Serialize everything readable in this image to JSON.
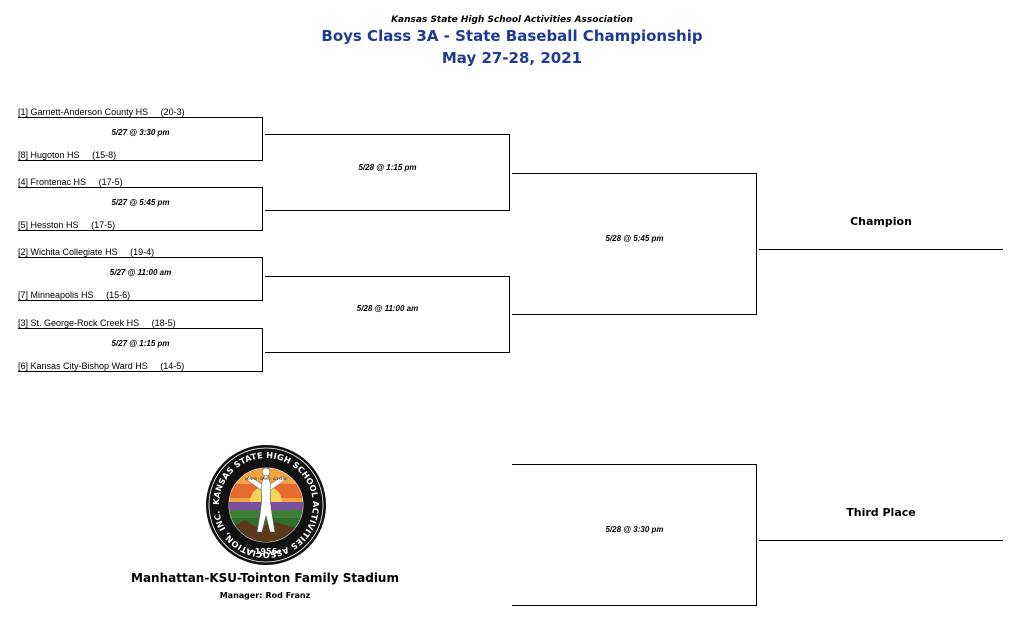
{
  "header": {
    "organization": "Kansas State High School Activities Association",
    "title": "Boys Class 3A - State Baseball Championship",
    "dates": "May 27-28, 2021"
  },
  "round1": [
    {
      "seed": "[1]",
      "team": "Garnett-Anderson County HS",
      "record": "(20-3)"
    },
    {
      "seed": "[8]",
      "team": "Hugoton HS",
      "record": "(15-8)"
    },
    {
      "seed": "[4]",
      "team": "Frontenac HS",
      "record": "(17-5)"
    },
    {
      "seed": "[5]",
      "team": "Hesston HS",
      "record": "(17-5)"
    },
    {
      "seed": "[2]",
      "team": "Wichita Collegiate HS",
      "record": "(19-4)"
    },
    {
      "seed": "[7]",
      "team": "Minneapolis HS",
      "record": "(15-6)"
    },
    {
      "seed": "[3]",
      "team": "St. George-Rock Creek HS",
      "record": "(18-5)"
    },
    {
      "seed": "[6]",
      "team": "Kansas City-Bishop Ward HS",
      "record": "(14-5)"
    }
  ],
  "games": {
    "r1": [
      "5/27 @ 3:30 pm",
      "5/27 @ 5:45 pm",
      "5/27 @ 11:00 am",
      "5/27 @ 1:15 pm"
    ],
    "semis": [
      "5/28 @ 1:15 pm",
      "5/28 @ 11:00 am"
    ],
    "final": "5/28 @ 5:45 pm",
    "third": "5/28 @ 3:30 pm"
  },
  "places": {
    "champion": "Champion",
    "third": "Third Place"
  },
  "logo": {
    "ring_text": "KANSAS STATE HIGH SCHOOL ACTIVITIES ASSOCIATION, INC.",
    "year": "•1956•",
    "motto": "HONOR · SPIRIT · ACHIEVE"
  },
  "venue": {
    "name": "Manhattan-KSU-Tointon Family Stadium",
    "manager_label": "Manager:",
    "manager_name": "Rod Franz"
  },
  "colors": {
    "title_blue": "#1f3a93",
    "line": "#000000"
  }
}
